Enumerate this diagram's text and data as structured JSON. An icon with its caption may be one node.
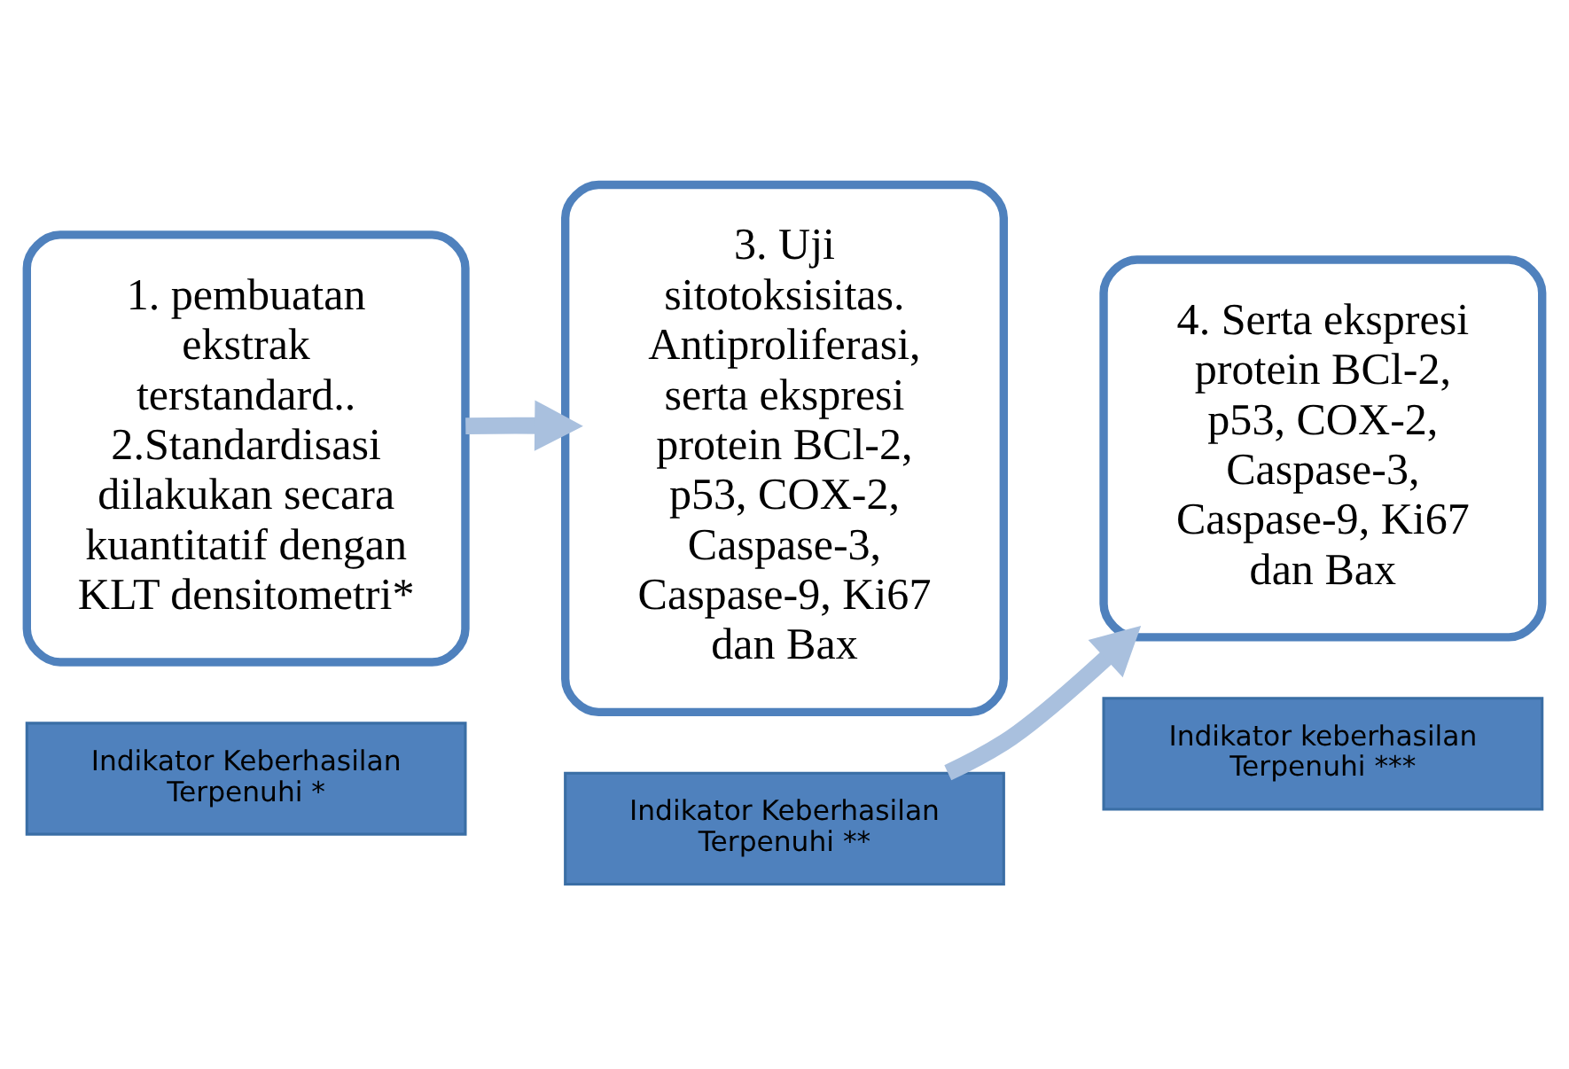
{
  "diagram": {
    "nodes": [
      {
        "text": [
          "1. pembuatan ekstrak terstandard..",
          "2.Standardisasi dilakukan secara kuantitatif dengan KLT densitometri*"
        ]
      },
      {
        "text": [
          "Indikator Keberhasilan Terpenuhi *"
        ]
      },
      {
        "text": [
          "3. Uji sitotoksisitas. Antiproliferasi, serta ekspresi protein BCl-2, p53, COX-2, Caspase-3, Caspase-9, Ki67 dan Bax"
        ]
      },
      {
        "text": [
          "Indikator Keberhasilan Terpenuhi **"
        ]
      },
      {
        "text": [
          "4. Serta ekspresi protein BCl-2, p53, COX-2, Caspase-3, Caspase-9, Ki67 dan Bax"
        ]
      },
      {
        "text": [
          "Indikator keberhasilan Terpenuhi ***"
        ]
      }
    ],
    "edges": [
      {
        "from": 0,
        "to": 2,
        "arrow": "to"
      },
      {
        "from": 3,
        "to": 4,
        "arrow": "to"
      }
    ]
  }
}
